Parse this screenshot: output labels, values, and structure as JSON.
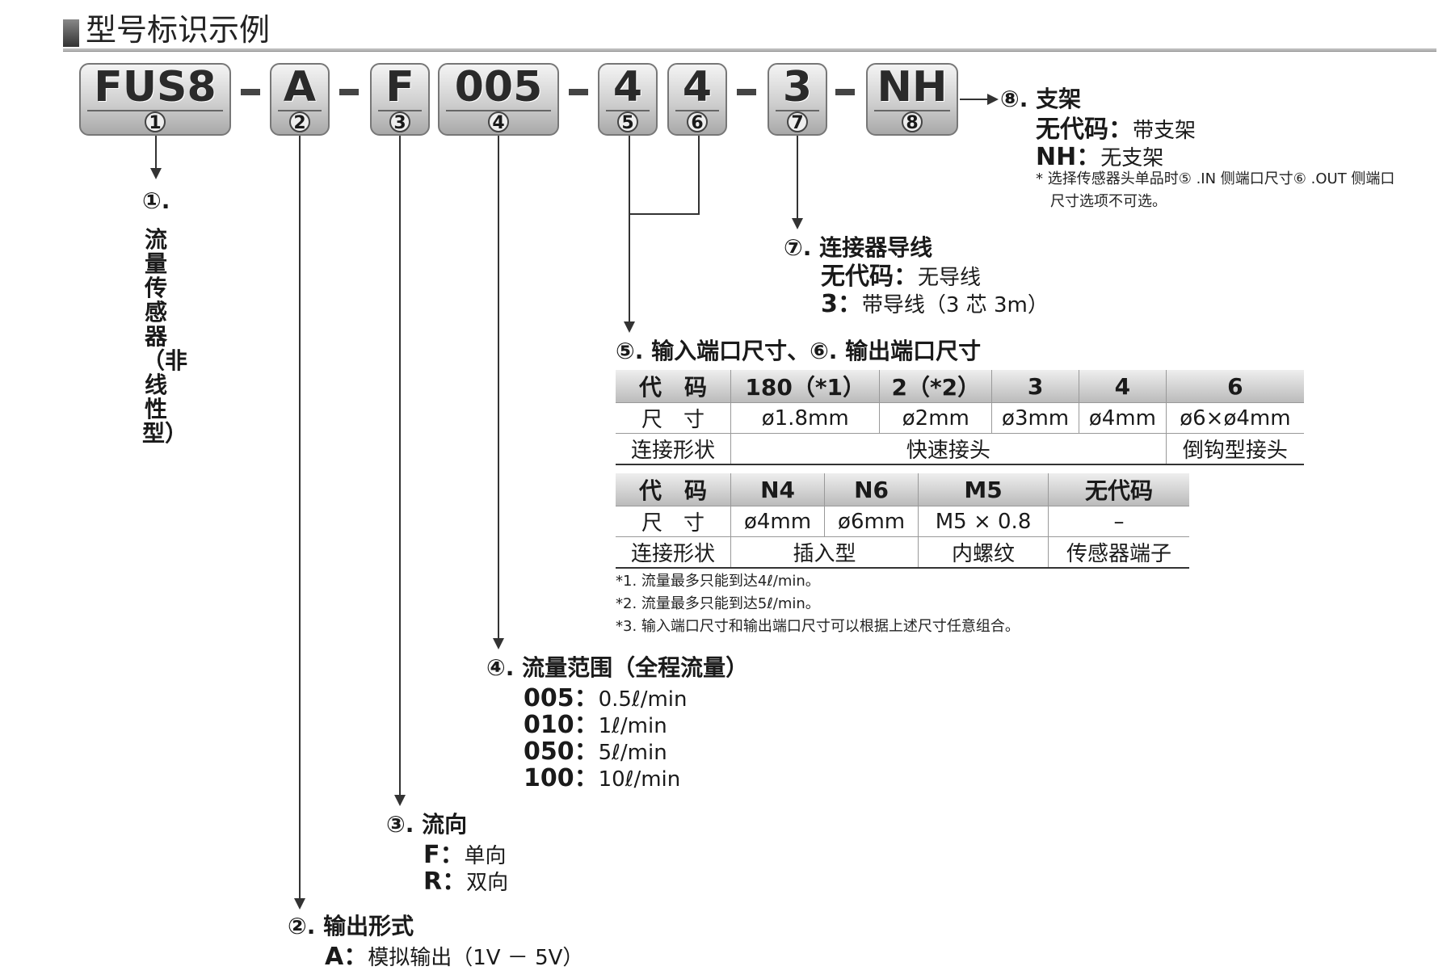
{
  "title": "型号标识示例",
  "boxes": [
    {
      "code": "FUS8",
      "num": "1"
    },
    {
      "code": "A",
      "num": "2"
    },
    {
      "code": "F",
      "num": "3"
    },
    {
      "code": "005",
      "num": "4"
    },
    {
      "code": "4",
      "num": "5"
    },
    {
      "code": "4",
      "num": "6"
    },
    {
      "code": "3",
      "num": "7"
    },
    {
      "code": "NH",
      "num": "8"
    }
  ],
  "s1": {
    "mark": "①.",
    "vertical": "流量传感器（非线性型）"
  },
  "s8": {
    "heading": "⑧. 支架",
    "opt1_code": "无代码",
    "opt1_text": "带支架",
    "opt2_code": "NH",
    "opt2_text": "无支架",
    "note1": "* 选择传感器头单品时⑤ .IN 侧端口尺寸⑥ .OUT 侧端口",
    "note2": "尺寸选项不可选。"
  },
  "s7": {
    "heading": "⑦. 连接器导线",
    "opt1_code": "无代码",
    "opt1_text": "无导线",
    "opt2_code": "3",
    "opt2_text": "带导线（3 芯 3m）"
  },
  "s56": {
    "heading": "⑤. 输入端口尺寸、⑥. 输出端口尺寸",
    "table1": {
      "labels": [
        "代　码",
        "尺　寸",
        "连接形状"
      ],
      "codes": [
        "180（*1）",
        "2（*2）",
        "3",
        "4",
        "6"
      ],
      "sizes": [
        "ø1.8mm",
        "ø2mm",
        "ø3mm",
        "ø4mm",
        "ø6×ø4mm"
      ],
      "shape_a": "快速接头",
      "shape_b": "倒钩型接头"
    },
    "table2": {
      "labels": [
        "代　码",
        "尺　寸",
        "连接形状"
      ],
      "codes": [
        "N4",
        "N6",
        "M5",
        "无代码"
      ],
      "sizes": [
        "ø4mm",
        "ø6mm",
        "M5 × 0.8",
        "–"
      ],
      "shape_a": "插入型",
      "shape_b": "内螺纹",
      "shape_c": "传感器端子"
    },
    "notes": [
      "*1. 流量最多只能到达4ℓ/min。",
      "*2. 流量最多只能到达5ℓ/min。",
      "*3. 输入端口尺寸和输出端口尺寸可以根据上述尺寸任意组合。"
    ]
  },
  "s4": {
    "heading": "④. 流量范围（全程流量）",
    "opts": [
      {
        "code": "005",
        "text": "0.5ℓ/min"
      },
      {
        "code": "010",
        "text": "1ℓ/min"
      },
      {
        "code": "050",
        "text": "5ℓ/min"
      },
      {
        "code": "100",
        "text": "10ℓ/min"
      }
    ]
  },
  "s3": {
    "heading": "③. 流向",
    "opts": [
      {
        "code": "F",
        "text": "单向"
      },
      {
        "code": "R",
        "text": "双向"
      }
    ]
  },
  "s2": {
    "heading": "②. 输出形式",
    "opt1_code": "A",
    "opt1_text": "模拟输出（1V － 5V）"
  }
}
